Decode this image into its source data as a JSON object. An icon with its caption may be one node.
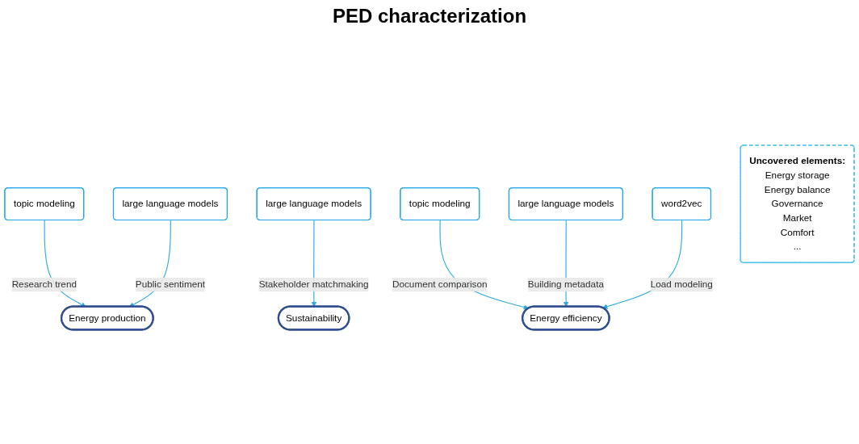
{
  "diagram": {
    "nodes": [
      {
        "text": [
          "topic modeling"
        ]
      },
      {
        "text": [
          "large language models"
        ]
      },
      {
        "text": [
          "Energy production"
        ]
      },
      {
        "text": [
          "large language models"
        ]
      },
      {
        "text": [
          "Sustainability"
        ]
      },
      {
        "text": [
          "Energy efficiency"
        ]
      },
      {
        "text": [
          "topic modeling"
        ]
      },
      {
        "text": [
          "large language models"
        ]
      },
      {
        "text": [
          "word2vec"
        ]
      },
      {
        "text": [
          "Uncovered elements:",
          "Energy storage",
          "Energy balance",
          "Governance",
          "Market",
          "Comfort",
          "..."
        ]
      }
    ],
    "edges": [
      {
        "from": 0,
        "to": 2,
        "arrow": "to",
        "label": "Research trend"
      },
      {
        "from": 1,
        "to": 2,
        "arrow": "to",
        "label": "Public sentiment"
      },
      {
        "from": 3,
        "to": 4,
        "arrow": "to",
        "label": "Stakeholder matchmaking"
      },
      {
        "from": 6,
        "to": 5,
        "arrow": "to",
        "label": "Document comparison"
      },
      {
        "from": 7,
        "to": 5,
        "arrow": "to",
        "label": "Building metadata"
      },
      {
        "from": 8,
        "to": 5,
        "arrow": "to",
        "label": "Load modeling"
      }
    ],
    "labels": [
      "PED characterization"
    ]
  }
}
